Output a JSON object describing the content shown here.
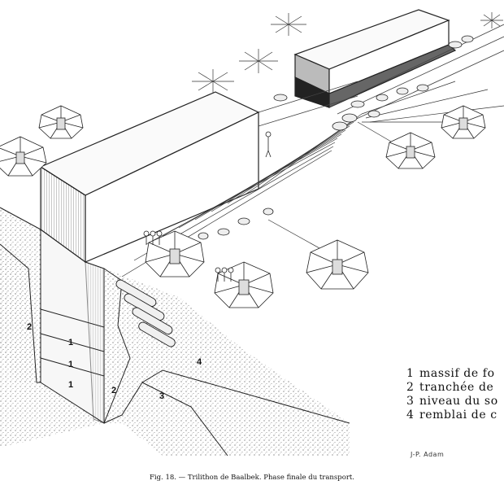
{
  "legend": [
    {
      "num": "1",
      "text": "massif de fo"
    },
    {
      "num": "2",
      "text": "tranchée de"
    },
    {
      "num": "3",
      "text": "niveau du so"
    },
    {
      "num": "4",
      "text": "remblai de c"
    }
  ],
  "labels": {
    "one": "1",
    "two": "2",
    "three": "3",
    "four": "4"
  },
  "signature": "J-P. Adam",
  "caption": "Fig. 18. — Trilithon de Baalbek. Phase finale du transport."
}
